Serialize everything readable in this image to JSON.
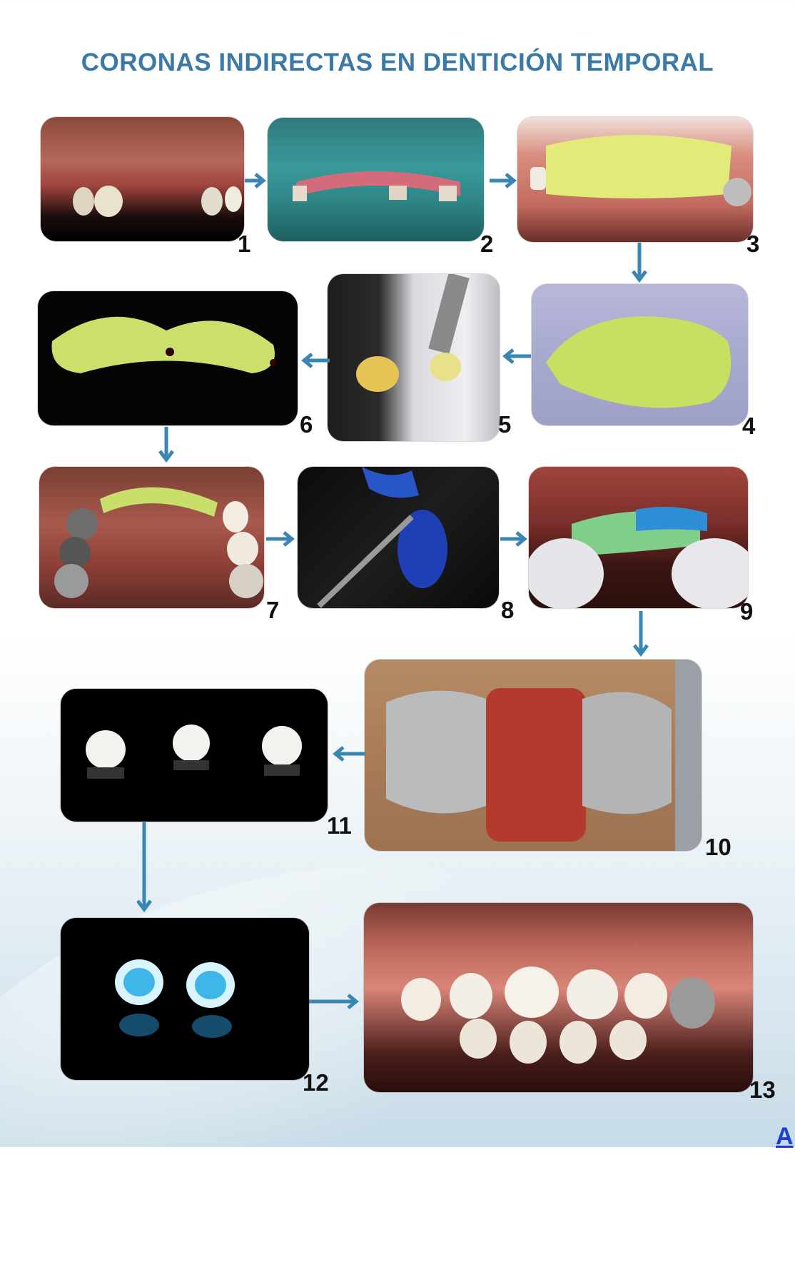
{
  "title": "CORONAS INDIRECTAS EN DENTICIÓN TEMPORAL",
  "steps": [
    {
      "number": "1",
      "caption": "",
      "icon": "teeth-photo"
    },
    {
      "number": "2",
      "caption": "",
      "icon": "teeth-photo"
    },
    {
      "number": "3",
      "caption": "",
      "icon": "teeth-photo"
    },
    {
      "number": "4",
      "caption": "",
      "icon": "teeth-photo"
    },
    {
      "number": "5",
      "caption": "",
      "icon": "teeth-photo"
    },
    {
      "number": "6",
      "caption": "",
      "icon": "teeth-photo"
    },
    {
      "number": "7",
      "caption": "",
      "icon": "teeth-photo"
    },
    {
      "number": "8",
      "caption": "",
      "icon": "teeth-photo"
    },
    {
      "number": "9",
      "caption": "",
      "icon": "teeth-photo"
    },
    {
      "number": "10",
      "caption": "",
      "icon": "teeth-photo"
    },
    {
      "number": "11",
      "caption": "",
      "icon": "teeth-photo"
    },
    {
      "number": "12",
      "caption": "",
      "icon": "teeth-photo"
    },
    {
      "number": "13",
      "caption": "",
      "icon": "teeth-photo"
    }
  ],
  "corner_link": "A",
  "colors": {
    "title": "#3b79a6",
    "arrow": "#3a86b3",
    "number": "#111111",
    "link": "#1a3fd6"
  }
}
